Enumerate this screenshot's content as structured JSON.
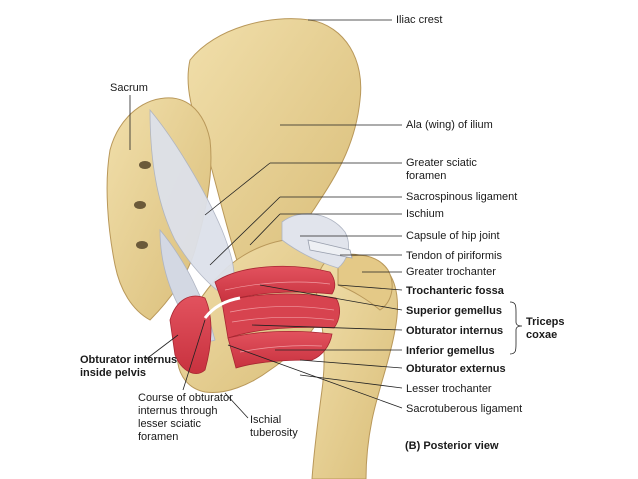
{
  "labels": {
    "iliac_crest": "Iliac crest",
    "sacrum": "Sacrum",
    "ala_of_ilium": "Ala (wing) of ilium",
    "greater_sciatic_foramen": "Greater sciatic foramen",
    "sacrospinous_ligament": "Sacrospinous ligament",
    "ischium": "Ischium",
    "capsule_of_hip_joint": "Capsule of hip joint",
    "tendon_of_piriformis": "Tendon of piriformis",
    "greater_trochanter": "Greater trochanter",
    "trochanteric_fossa": "Trochanteric fossa",
    "superior_gemellus": "Superior gemellus",
    "obturator_internus": "Obturator internus",
    "inferior_gemellus": "Inferior gemellus",
    "triceps_coxae": "Triceps coxae",
    "obturator_externus": "Obturator externus",
    "obturator_internus_inside_pelvis": "Obturator internus inside pelvis",
    "lesser_trochanter": "Lesser trochanter",
    "sacrotuberous_ligament": "Sacrotuberous ligament",
    "course_of_obturator_internus": "Course of obturator internus through lesser sciatic foramen",
    "ischial_tuberosity": "Ischial tuberosity",
    "view_caption": "(B) Posterior view"
  },
  "colors": {
    "bone": "#e8d39a",
    "bone_shadow": "#c9ad66",
    "ligament": "#d9dde6",
    "muscle": "#d9414f",
    "muscle_light": "#ee8f95",
    "leader": "#222222"
  }
}
